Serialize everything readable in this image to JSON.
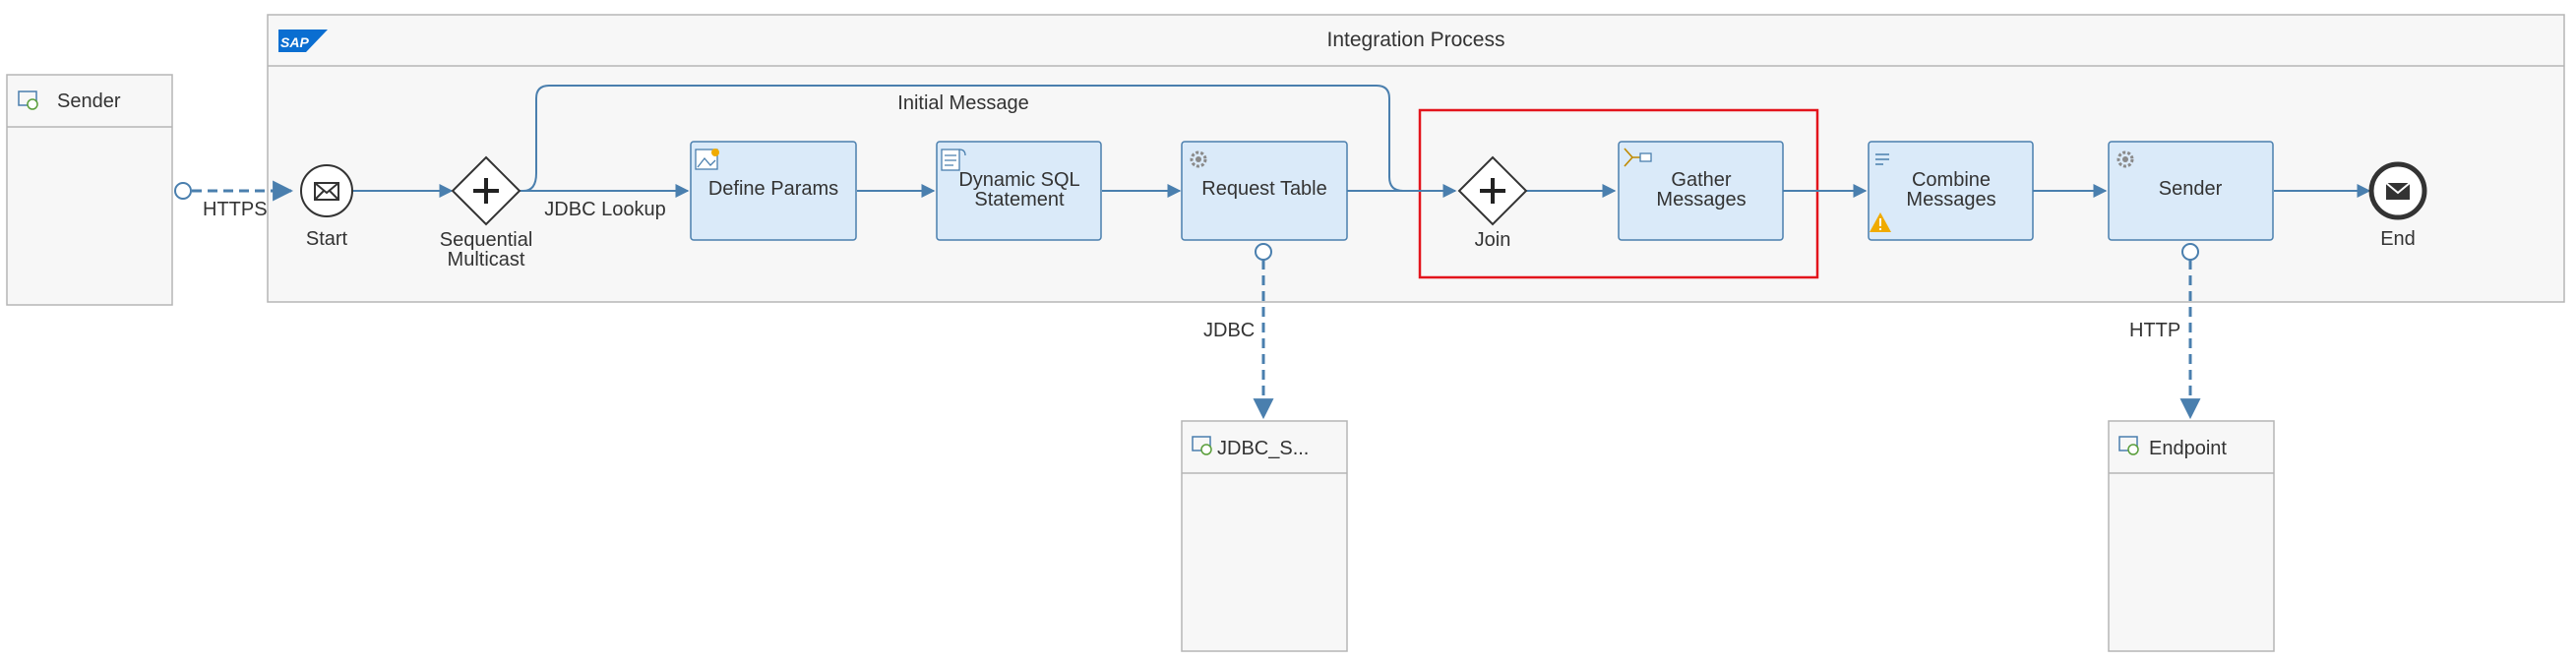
{
  "colors": {
    "flow": "#4a7fae",
    "step_fill": "#daeaf9",
    "step_stroke": "#4a7fae",
    "pool_fill": "#f7f7f7",
    "pool_stroke": "#b5b5b5",
    "highlight": "#e3141c",
    "warning": "#f0ab00",
    "sap_logo": "#0a6ed1"
  },
  "process": {
    "title": "Integration Process",
    "logo_text": "SAP"
  },
  "participants": {
    "sender": {
      "label": "Sender"
    },
    "jdbc": {
      "label": "JDBC_S..."
    },
    "endpoint": {
      "label": "Endpoint"
    }
  },
  "connections": {
    "https": "HTTPS",
    "jdbc": "JDBC",
    "http": "HTTP"
  },
  "flows": {
    "initial_message": "Initial Message",
    "jdbc_lookup": "JDBC Lookup"
  },
  "events": {
    "start": "Start",
    "end": "End"
  },
  "gateways": {
    "multicast": {
      "line1": "Sequential",
      "line2": "Multicast"
    },
    "join": {
      "label": "Join"
    }
  },
  "steps": {
    "define_params": {
      "line1": "Define Params",
      "icon": "content-modifier-icon"
    },
    "dynamic_sql": {
      "line1": "Dynamic SQL",
      "line2": "Statement",
      "icon": "script-icon"
    },
    "request_table": {
      "line1": "Request Table",
      "icon": "gear-icon"
    },
    "gather": {
      "line1": "Gather",
      "line2": "Messages",
      "icon": "gather-icon"
    },
    "combine": {
      "line1": "Combine",
      "line2": "Messages",
      "icon": "aggregator-icon",
      "warning_icon": "warning-icon"
    },
    "sender_call": {
      "line1": "Sender",
      "icon": "gear-icon"
    }
  }
}
